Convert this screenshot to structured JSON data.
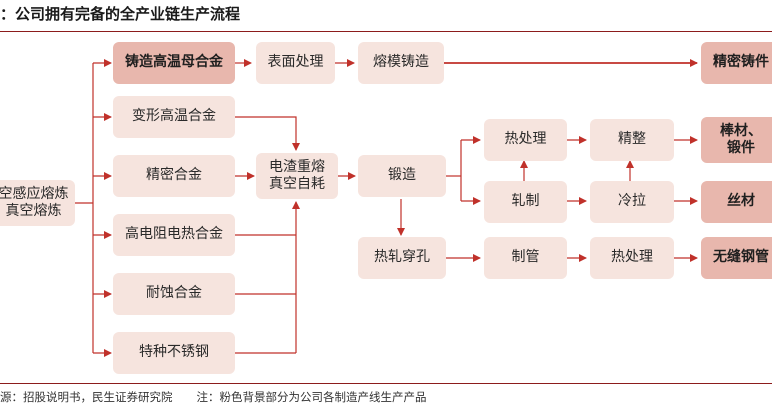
{
  "title": "：公司拥有完备的全产业链生产流程",
  "footer": {
    "source": "源：招股说明书，民生证券研究院",
    "note": "注：粉色背景部分为公司各制造产线生产产品"
  },
  "colors": {
    "accent_line": "#8c1c1c",
    "light_box": "#f6e4de",
    "dark_box": "#e8b7ad"
  },
  "nodes": {
    "vacuum_smelting": "空感应熔炼\n真空熔炼",
    "cast_superalloy": "铸造高温母合金",
    "surface_treatment": "表面处理",
    "investment_casting": "熔模铸造",
    "precision_castings": "精密铸件",
    "wrought_superalloy": "变形高温合金",
    "precision_alloy": "精密合金",
    "high_resistance_alloy": "高电阻电热合金",
    "corrosion_resistant_alloy": "耐蚀合金",
    "special_stainless_steel": "特种不锈钢",
    "esr_var": "电渣重熔\n真空自耗",
    "forging": "锻造",
    "hot_rolling_piercing": "热轧穿孔",
    "heat_treatment_1": "热处理",
    "rolling": "轧制",
    "pipe_making": "制管",
    "finishing": "精整",
    "cold_drawing": "冷拉",
    "heat_treatment_2": "热处理",
    "bars_forgings": "棒材、\n锻件",
    "wire": "丝材",
    "seamless_pipe": "无缝钢管"
  }
}
